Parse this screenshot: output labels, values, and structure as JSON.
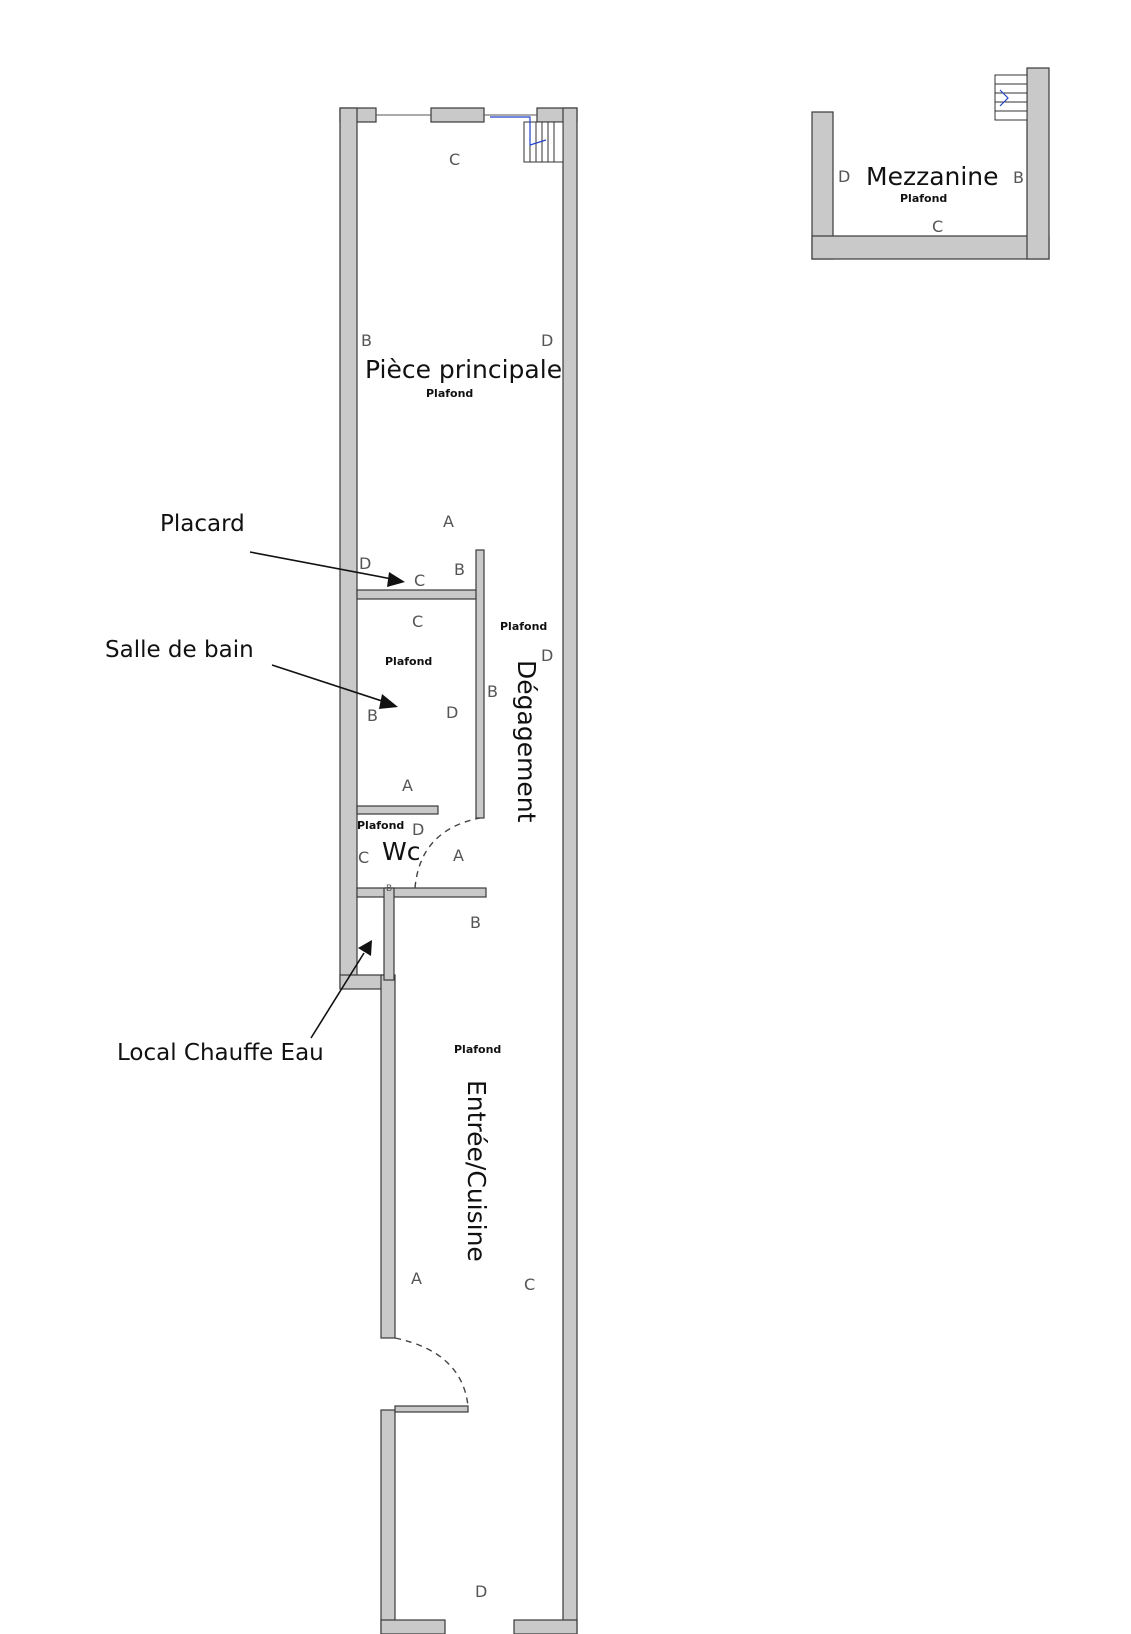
{
  "rooms": {
    "piece_principale": "Pièce principale",
    "mezzanine": "Mezzanine",
    "degagement": "Dégagement",
    "wc": "Wc",
    "entree_cuisine": "Entrée/Cuisine"
  },
  "ceiling_label": "Plafond",
  "callouts": {
    "placard": "Placard",
    "salle_de_bain": "Salle de bain",
    "local_chauffe_eau": "Local Chauffe Eau"
  },
  "wall_letters": {
    "piece_principale": [
      "C",
      "B",
      "D",
      "A"
    ],
    "mezzanine": [
      "D",
      "B",
      "C"
    ],
    "placard": [
      "D",
      "C",
      "B"
    ],
    "salle_de_bain": [
      "C",
      "B",
      "D",
      "A"
    ],
    "degagement": [
      "D",
      "B",
      "B"
    ],
    "wc": [
      "D",
      "C",
      "A",
      "B"
    ],
    "entree_cuisine": [
      "A",
      "C",
      "D"
    ]
  }
}
